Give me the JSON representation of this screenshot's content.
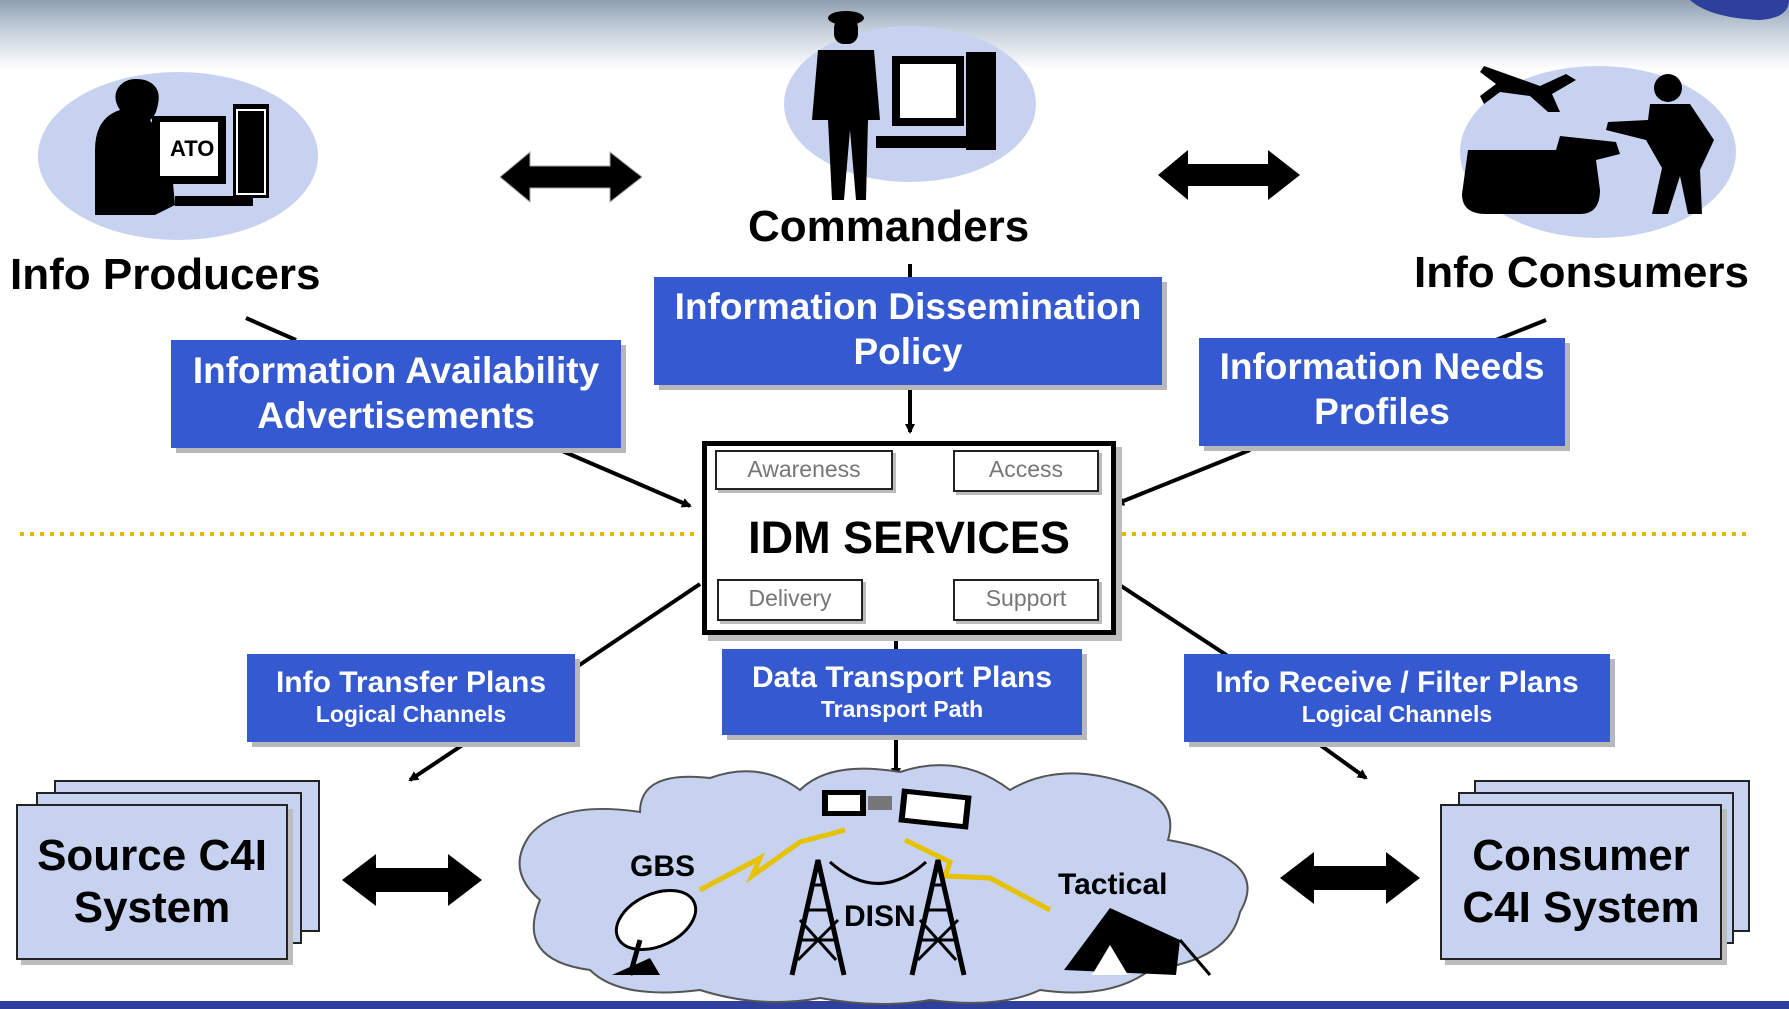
{
  "top": {
    "producers_title": "Info Producers",
    "commanders_title": "Commanders",
    "consumers_title": "Info Consumers",
    "ato_label": "ATO"
  },
  "policy_boxes": {
    "availability": {
      "line1": "Information Availability",
      "line2": "Advertisements"
    },
    "dissemination": {
      "line1": "Information Dissemination",
      "line2": "Policy"
    },
    "needs": {
      "line1": "Information Needs",
      "line2": "Profiles"
    }
  },
  "idm": {
    "title": "IDM SERVICES",
    "awareness": "Awareness",
    "access": "Access",
    "delivery": "Delivery",
    "support": "Support"
  },
  "plans": {
    "transfer": {
      "title": "Info Transfer Plans",
      "sub": "Logical Channels"
    },
    "transport": {
      "title": "Data Transport Plans",
      "sub": "Transport Path"
    },
    "receive": {
      "title": "Info Receive / Filter Plans",
      "sub": "Logical Channels"
    }
  },
  "systems": {
    "source_line1": "Source C4I",
    "source_line2": "System",
    "consumer_line1": "Consumer",
    "consumer_line2": "C4I System"
  },
  "network": {
    "gbs": "GBS",
    "disn": "DISN",
    "tactical": "Tactical"
  },
  "colors": {
    "box_blue": "#3459d0",
    "ellipse_blue": "#c6d2f0",
    "divider_gold": "#e6b800",
    "bottom_bar": "#2f3f9c"
  }
}
